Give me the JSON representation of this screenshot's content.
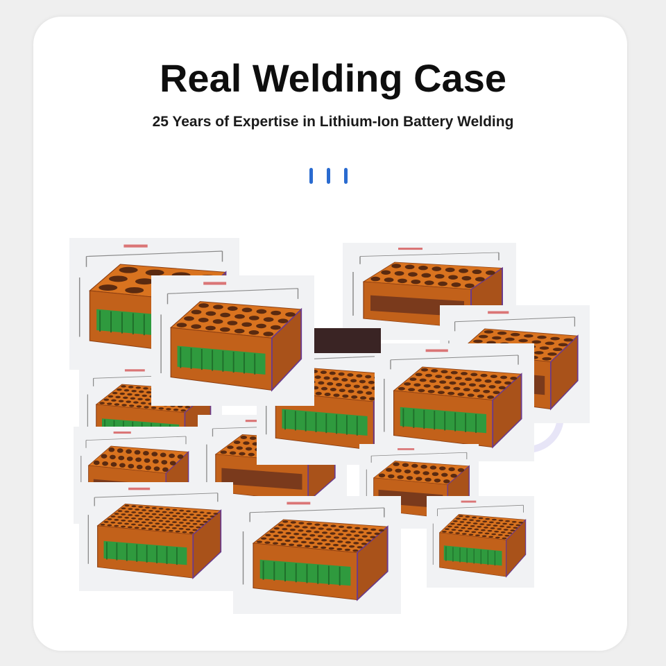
{
  "header": {
    "title": "Real Welding Case",
    "subtitle": "25 Years of Expertise in Lithium-Ion Battery Welding"
  },
  "colors": {
    "accent": "#2a6bd0",
    "case_orange": "#d9731f",
    "case_dark": "#8a3d12",
    "cell_green": "#2f9a3e",
    "frame_purple": "#6a3a8c",
    "background": "#ffffff"
  },
  "gallery": {
    "photo_count": 14,
    "subject": "orange battery pack holder cases with green cells"
  }
}
